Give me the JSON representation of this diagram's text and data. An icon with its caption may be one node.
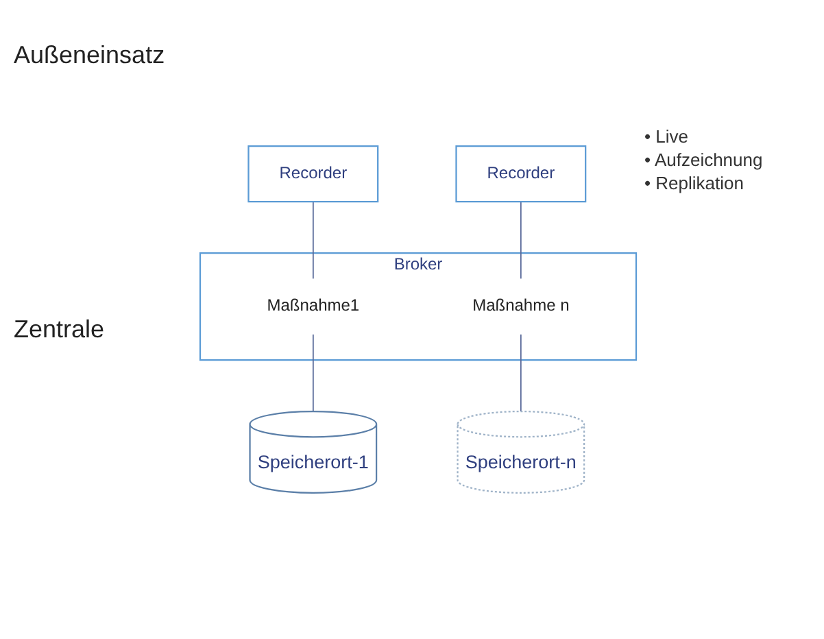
{
  "diagram": {
    "nodes": [
      {
        "text": [
          "Recorder"
        ]
      },
      {
        "text": [
          "Recorder"
        ]
      },
      {
        "text": [
          "Broker"
        ]
      },
      {
        "text": [
          "Maßnahme1"
        ],
        "in": 2
      },
      {
        "text": [
          "Maßnahme n"
        ],
        "in": 2
      },
      {
        "text": [
          "Speicherort-1"
        ]
      },
      {
        "text": [
          "Speicherort-n"
        ]
      }
    ],
    "edges": [
      {
        "from": 0,
        "to": 3,
        "arrow": "none"
      },
      {
        "from": 1,
        "to": 4,
        "arrow": "none"
      },
      {
        "from": 3,
        "to": 5,
        "arrow": "none"
      },
      {
        "from": 4,
        "to": 6,
        "arrow": "none"
      }
    ],
    "labels": [
      "Außeneinsatz",
      "Zentrale",
      "• Live",
      "• Aufzeichnung",
      "• Replikation"
    ]
  }
}
